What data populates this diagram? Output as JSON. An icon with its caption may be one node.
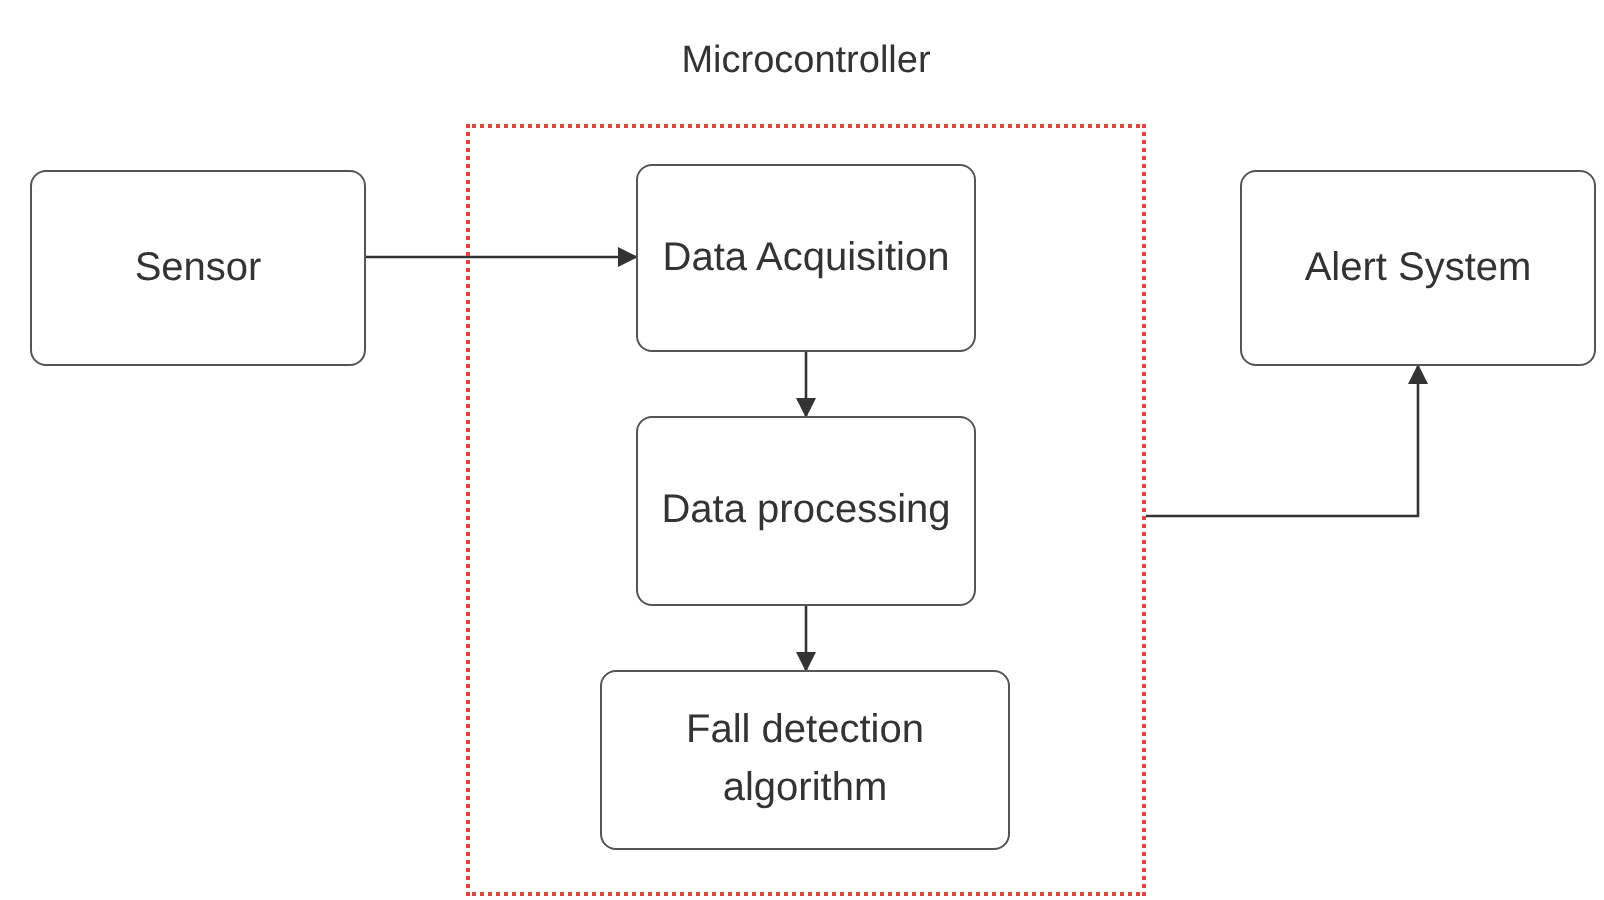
{
  "diagram": {
    "nodes": [
      {
        "text": [
          "Microcontroller"
        ]
      },
      {
        "text": [
          "Sensor"
        ]
      },
      {
        "text": [
          "Data Acquisition"
        ],
        "in": 0
      },
      {
        "text": [
          "Data processing"
        ],
        "in": 0
      },
      {
        "text": [
          "Fall detection algorithm"
        ],
        "in": 0
      },
      {
        "text": [
          "Alert System"
        ]
      }
    ],
    "edges": [
      {
        "from": 1,
        "to": 2,
        "arrow": "to"
      },
      {
        "from": 2,
        "to": 3,
        "arrow": "to"
      },
      {
        "from": 3,
        "to": 4,
        "arrow": "to"
      },
      {
        "from": 0,
        "to": 5,
        "arrow": "to"
      }
    ]
  }
}
